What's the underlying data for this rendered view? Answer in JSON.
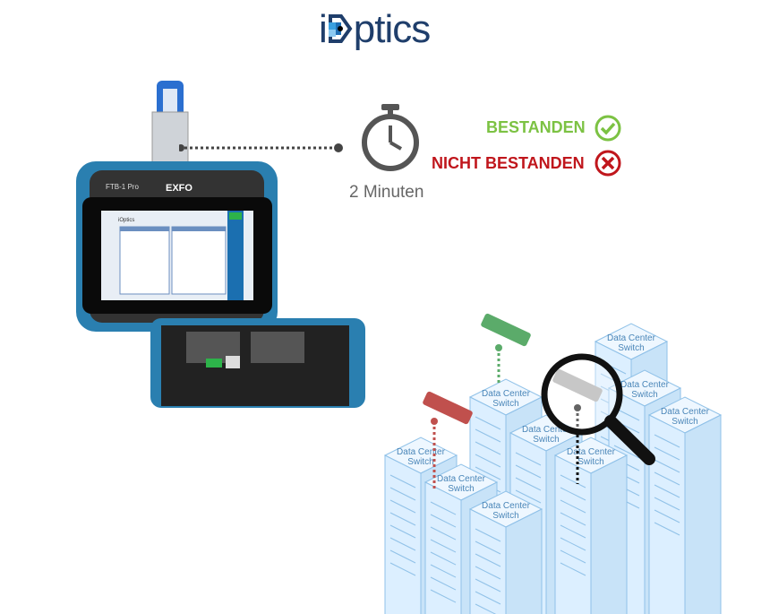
{
  "logo": {
    "text_prefix": "i",
    "text_suffix": "ptics",
    "brand": "iDptics"
  },
  "device": {
    "model": "FTB-1 Pro",
    "brand": "EXFO",
    "screen_title": "iOptics"
  },
  "timer": {
    "label": "2 Minuten",
    "icon": "stopwatch-icon"
  },
  "results": {
    "pass_label": "BESTANDEN",
    "pass_icon": "check-circle-icon",
    "pass_color": "#7cc243",
    "fail_label": "NICHT BESTANDEN",
    "fail_icon": "x-circle-icon",
    "fail_color": "#c0161c"
  },
  "switches": [
    "Data Center Switch",
    "Data Center Switch",
    "Data Center Switch",
    "Data Center Switch",
    "Data Center Switch",
    "Data Center Switch",
    "Data Center Switch",
    "Data Center Switch",
    "Data Center Switch"
  ],
  "colors": {
    "brand": "#1f3e6b",
    "device_blue": "#2a7fb0",
    "switch_fill": "#dcefff",
    "switch_stroke": "#8fc1e8"
  }
}
